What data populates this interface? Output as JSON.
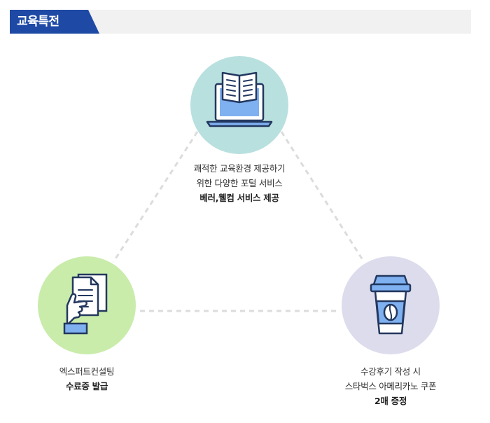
{
  "header": {
    "title": "교육특전"
  },
  "benefits": {
    "portal": {
      "line1": "쾌적한 교육환경 제공하기",
      "line2": "위한 다양한 포털 서비스",
      "bold": "베러,웰컴 서비스 제공",
      "icon": "open-book-laptop-icon"
    },
    "certificate": {
      "line1": "엑스퍼트컨설팅",
      "bold": "수료증 발급",
      "icon": "hand-holding-document-icon"
    },
    "coupon": {
      "line1": "수강후기 작성 시",
      "line2": "스타벅스 아메리카노 쿠폰",
      "bold": "2매 증정",
      "icon": "coffee-cup-icon"
    }
  },
  "colors": {
    "header": "#1e4aa6",
    "portal": "#b8e0de",
    "certificate": "#c9ecab",
    "coupon": "#dcdcec",
    "iconBlue": "#7fb0f0",
    "iconDark": "#23385f"
  }
}
